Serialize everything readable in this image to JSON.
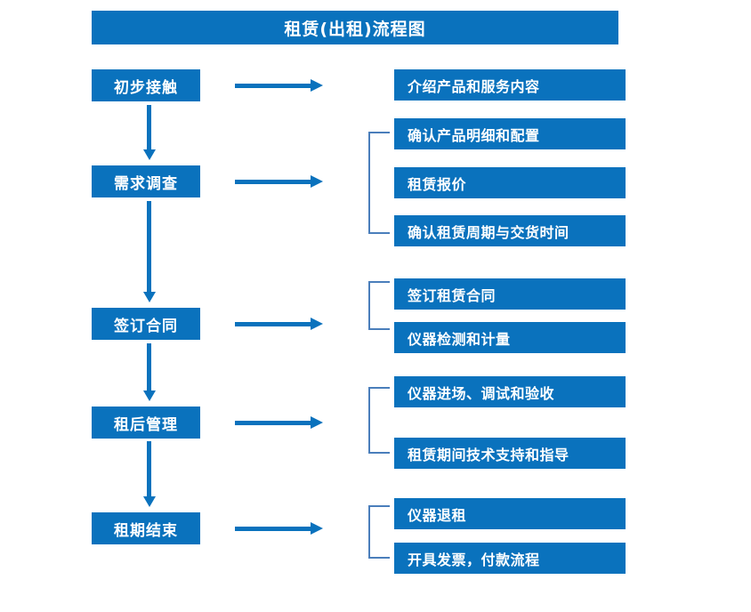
{
  "title": "租赁(出租)流程图",
  "colors": {
    "box_blue": "#0a72bd",
    "bracket_blue": "#4a7ebb",
    "text_white": "#ffffff",
    "background": "#ffffff"
  },
  "stages": [
    {
      "label": "初步接触"
    },
    {
      "label": "需求调查"
    },
    {
      "label": "签订合同"
    },
    {
      "label": "租后管理"
    },
    {
      "label": "租期结束"
    }
  ],
  "details": [
    {
      "label": "介绍产品和服务内容"
    },
    {
      "label": "确认产品明细和配置"
    },
    {
      "label": "租赁报价"
    },
    {
      "label": "确认租赁周期与交货时间"
    },
    {
      "label": "签订租赁合同"
    },
    {
      "label": "仪器检测和计量"
    },
    {
      "label": "仪器进场、调试和验收"
    },
    {
      "label": "租赁期间技术支持和指导"
    },
    {
      "label": "仪器退租"
    },
    {
      "label": "开具发票，付款流程"
    }
  ],
  "groups": [
    {
      "stage": "需求调查",
      "details": [
        "确认产品明细和配置",
        "租赁报价",
        "确认租赁周期与交货时间"
      ]
    },
    {
      "stage": "签订合同",
      "details": [
        "签订租赁合同",
        "仪器检测和计量"
      ]
    },
    {
      "stage": "租后管理",
      "details": [
        "仪器进场、调试和验收",
        "租赁期间技术支持和指导"
      ]
    },
    {
      "stage": "租期结束",
      "details": [
        "仪器退租",
        "开具发票，付款流程"
      ]
    }
  ]
}
